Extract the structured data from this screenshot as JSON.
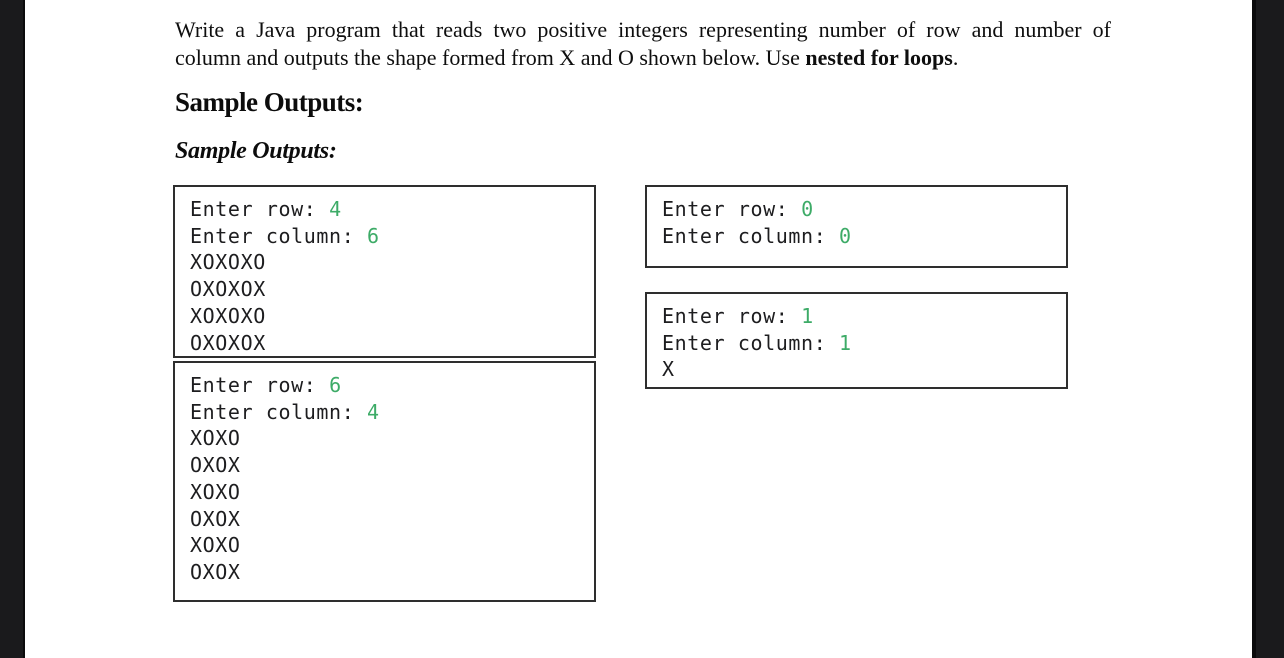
{
  "page": {
    "background": "#ffffff",
    "edge_bar_color": "#1a1a1c"
  },
  "colors": {
    "input_value_green": "#3dab67",
    "box_border": "#2e2e2e",
    "console_text": "#1d1d1f",
    "body_text": "#0e0e0e"
  },
  "paragraph": {
    "line1": "Write a Java program that reads two positive integers representing number of row and number of",
    "line2_pre": "column and outputs the shape formed from X and O shown below. Use ",
    "line2_bold": "nested for loops",
    "line2_end": "."
  },
  "headings": {
    "sample_outputs_bold": "Sample Outputs:",
    "sample_outputs_italic": "Sample Outputs:"
  },
  "console_boxes": [
    {
      "id": "run-row4-col6",
      "lines": [
        {
          "label": "Enter row: ",
          "value": "4"
        },
        {
          "label": "Enter column: ",
          "value": "6"
        },
        {
          "label": "XOXOXO"
        },
        {
          "label": "OXOXOX"
        },
        {
          "label": "XOXOXO"
        },
        {
          "label": "OXOXOX"
        }
      ]
    },
    {
      "id": "run-row0-col0",
      "lines": [
        {
          "label": "Enter row: ",
          "value": "0"
        },
        {
          "label": "Enter column: ",
          "value": "0"
        }
      ]
    },
    {
      "id": "run-row6-col4",
      "lines": [
        {
          "label": "Enter row: ",
          "value": "6"
        },
        {
          "label": "Enter column: ",
          "value": "4"
        },
        {
          "label": "XOXO"
        },
        {
          "label": "OXOX"
        },
        {
          "label": "XOXO"
        },
        {
          "label": "OXOX"
        },
        {
          "label": "XOXO"
        },
        {
          "label": "OXOX"
        }
      ]
    },
    {
      "id": "run-row1-col1",
      "lines": [
        {
          "label": "Enter row: ",
          "value": "1"
        },
        {
          "label": "Enter column: ",
          "value": "1"
        },
        {
          "label": "X"
        }
      ]
    }
  ]
}
